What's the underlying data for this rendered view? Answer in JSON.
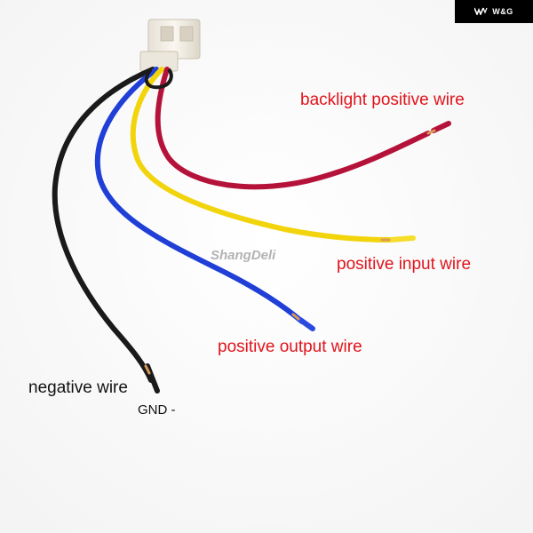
{
  "labels": {
    "backlight": "backlight positive wire",
    "input": "positive input wire",
    "output": "positive output wire",
    "negative": "negative wire",
    "gnd": "GND -"
  },
  "watermark": "ShangDeli",
  "brand": {
    "text": "W&G",
    "icon": "brand-logo-icon"
  },
  "colors": {
    "label_red": "#e0141c",
    "wire_red": "#b5123a",
    "wire_yellow": "#f2d40c",
    "wire_blue": "#1f3fd6",
    "wire_black": "#1a1a1a",
    "connector": "#f3efe6"
  }
}
